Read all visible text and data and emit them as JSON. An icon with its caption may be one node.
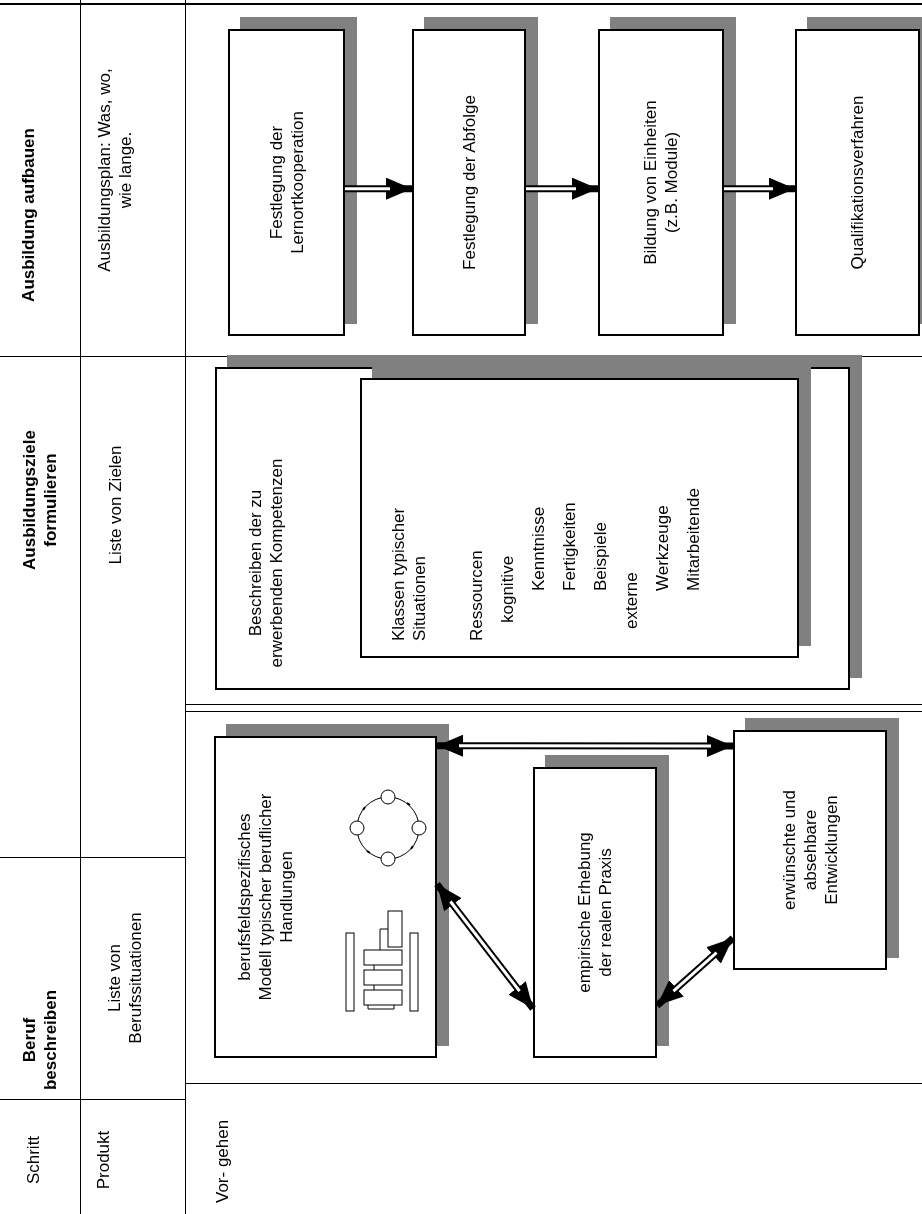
{
  "diagram": {
    "nodes": [
      {
        "text": [
          "berufsfeldspezifisches Modell typischer beruflicher Handlungen"
        ]
      },
      {
        "text": [
          "empirische Erhebung der realen Praxis"
        ]
      },
      {
        "text": [
          "erwünschte und absehbare Entwicklungen"
        ]
      },
      {
        "text": [
          "Beschreiben der zu erwerbenden Kompetenzen"
        ]
      },
      {
        "text": [
          "Klassen typischer Situationen",
          "Ressourcen",
          "kognitive",
          "Kenntnisse",
          "Fertigkeiten",
          "Beispiele",
          "externe",
          "Werkzeuge",
          "Mitarbeitende"
        ],
        "in": 3
      },
      {
        "text": [
          "Festlegung der Lernortkooperation"
        ]
      },
      {
        "text": [
          "Festlegung der Abfolge"
        ]
      },
      {
        "text": [
          "Bildung von Einheiten (z.B. Module)"
        ]
      },
      {
        "text": [
          "Qualifikationsverfahren"
        ]
      }
    ],
    "edges": [
      {
        "from": 0,
        "to": 2,
        "arrow": "both"
      },
      {
        "from": 0,
        "to": 1,
        "arrow": "both"
      },
      {
        "from": 1,
        "to": 2,
        "arrow": "both"
      },
      {
        "from": 5,
        "to": 6,
        "arrow": "to"
      },
      {
        "from": 6,
        "to": 7,
        "arrow": "to"
      },
      {
        "from": 7,
        "to": 8,
        "arrow": "to"
      }
    ],
    "labels": [
      "Schritt",
      "Beruf beschreiben",
      "Ausbildungsziele formulieren",
      "Ausbildung aufbauen",
      "Produkt",
      "Liste von Berufssituationen",
      "Liste von Zielen",
      "Ausbildungsplan: Was, wo, wie lange.",
      "Vor- gehen"
    ]
  }
}
